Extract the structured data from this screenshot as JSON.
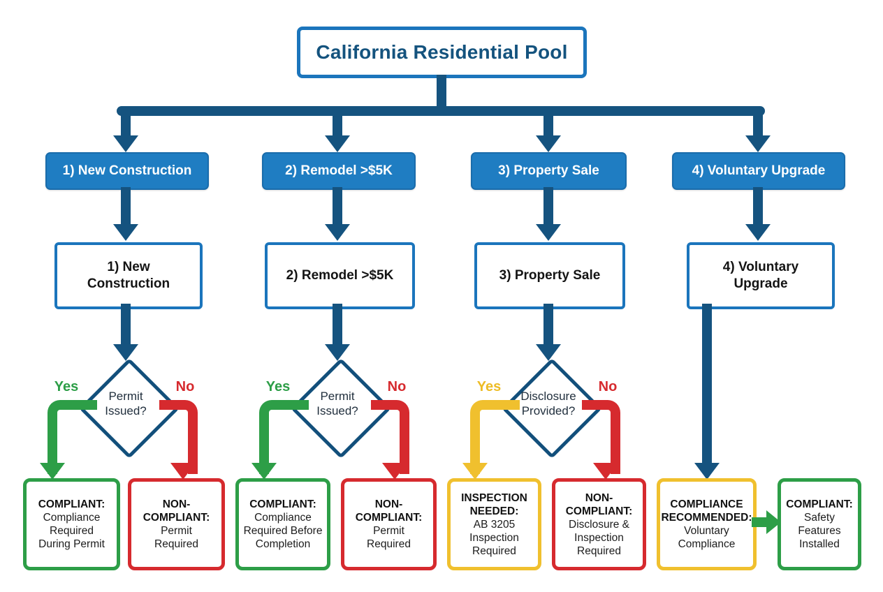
{
  "title": "California Residential Pool",
  "colors": {
    "navy_connector": "#15537f",
    "blue_fill": "#1f7dc2",
    "blue_border": "#1b75bc",
    "diamond_border": "#124f7b",
    "green": "#2d9e47",
    "red": "#d62a2e",
    "yellow": "#f0c02e",
    "title_text": "#14537e"
  },
  "branches": [
    {
      "header": "1) New Construction",
      "node": "1) New\nConstruction",
      "decision": "Permit\nIssued?",
      "yes_label": "Yes",
      "no_label": "No"
    },
    {
      "header": "2) Remodel >$5K",
      "node": "2) Remodel >$5K",
      "decision": "Permit\nIssued?",
      "yes_label": "Yes",
      "no_label": "No"
    },
    {
      "header": "3) Property Sale",
      "node": "3) Property Sale",
      "decision": "Disclosure\nProvided?",
      "yes_label": "Yes",
      "no_label": "No"
    },
    {
      "header": "4) Voluntary Upgrade",
      "node": "4) Voluntary\nUpgrade",
      "decision": null,
      "yes_label": null,
      "no_label": null
    }
  ],
  "outcomes": [
    {
      "heading": "COMPLIANT:",
      "body": "Compliance\nRequired\nDuring Permit",
      "border_color": "#2d9e47"
    },
    {
      "heading": "NON-\nCOMPLIANT:",
      "body": "Permit\nRequired",
      "border_color": "#d62a2e"
    },
    {
      "heading": "COMPLIANT:",
      "body": "Compliance\nRequired Before\nCompletion",
      "border_color": "#2d9e47"
    },
    {
      "heading": "NON-\nCOMPLIANT:",
      "body": "Permit\nRequired",
      "border_color": "#d62a2e"
    },
    {
      "heading": "INSPECTION\nNEEDED:",
      "body": "AB 3205\nInspection\nRequired",
      "border_color": "#f0c02e"
    },
    {
      "heading": "NON-\nCOMPLIANT:",
      "body": "Disclosure &\nInspection\nRequired",
      "border_color": "#d62a2e"
    },
    {
      "heading": "COMPLIANCE\nRECOMMENDED:",
      "body": "Voluntary\nCompliance",
      "border_color": "#f0c02e"
    },
    {
      "heading": "COMPLIANT:",
      "body": "Safety\nFeatures\nInstalled",
      "border_color": "#2d9e47"
    }
  ]
}
